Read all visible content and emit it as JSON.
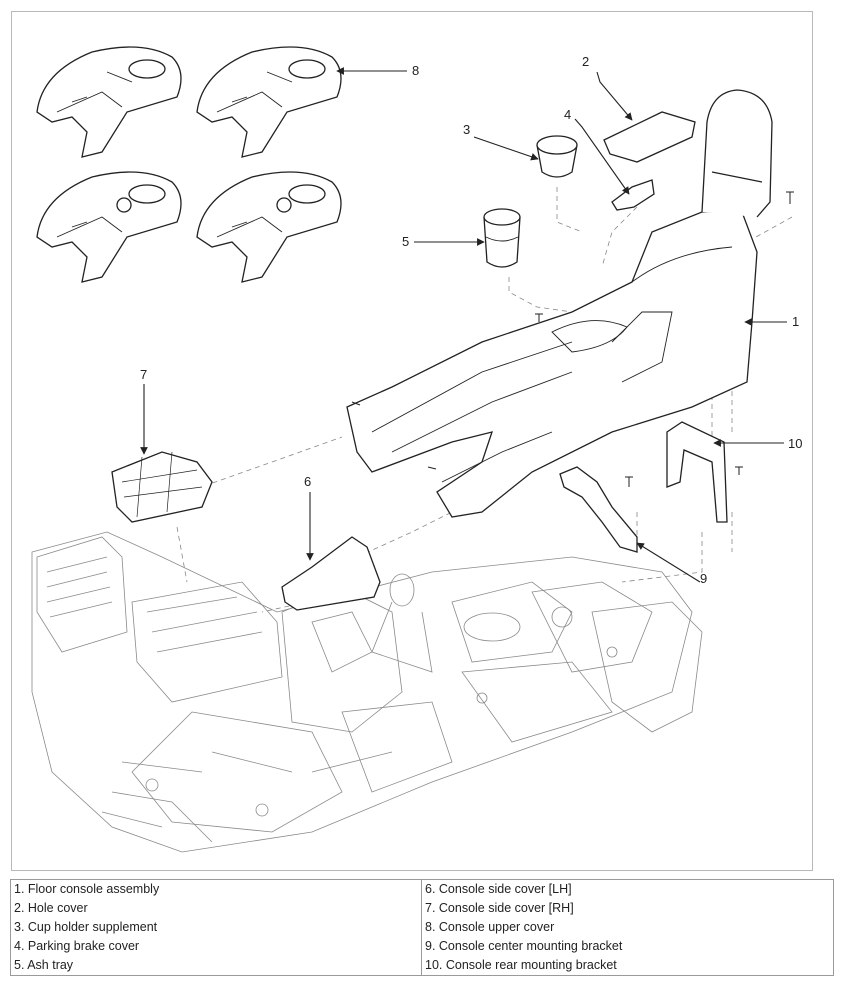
{
  "callouts": [
    "1",
    "2",
    "3",
    "4",
    "5",
    "6",
    "7",
    "8",
    "9",
    "10"
  ],
  "legend": {
    "left": [
      "1. Floor console assembly",
      "2. Hole cover",
      "3. Cup holder supplement",
      "4. Parking brake cover",
      "5. Ash tray"
    ],
    "right": [
      "6. Console side cover [LH]",
      "7. Console side cover [RH]",
      "8. Console upper cover",
      "9. Console center mounting bracket",
      "10. Console rear mounting bracket"
    ]
  }
}
